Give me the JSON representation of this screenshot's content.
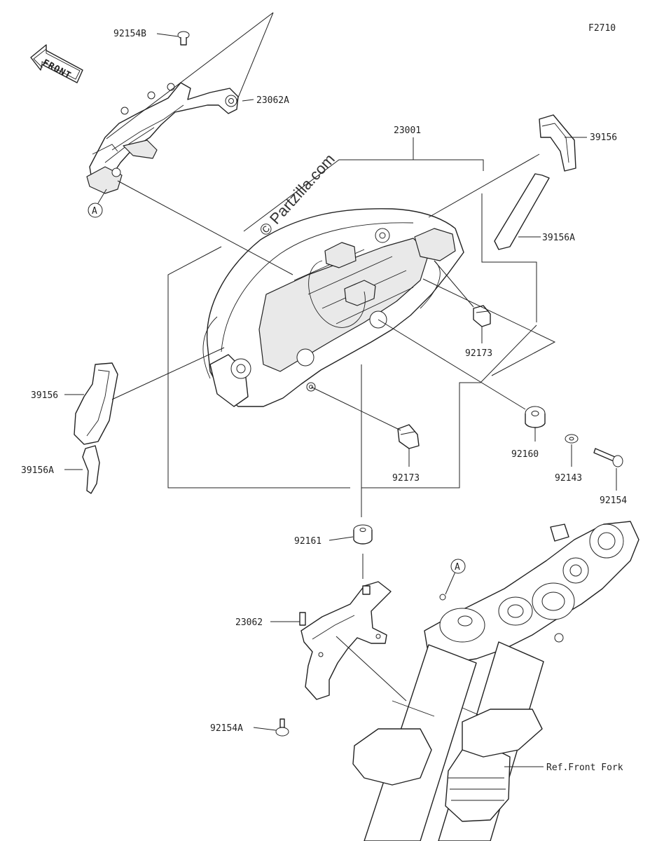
{
  "figure_code": "F2710",
  "front_label": "FRONT",
  "watermark": "© Partzilla.com",
  "ref_marker": "A",
  "parts": {
    "p92154B": "92154B",
    "p23062A": "23062A",
    "p23001": "23001",
    "p39156_right": "39156",
    "p39156A_right": "39156A",
    "p39156_left": "39156",
    "p39156A_left": "39156A",
    "p92173_upper": "92173",
    "p92173_lower": "92173",
    "p92160": "92160",
    "p92143": "92143",
    "p92154": "92154",
    "p92161": "92161",
    "p23062": "23062",
    "p92154A": "92154A",
    "ref_front_fork": "Ref.Front Fork"
  }
}
